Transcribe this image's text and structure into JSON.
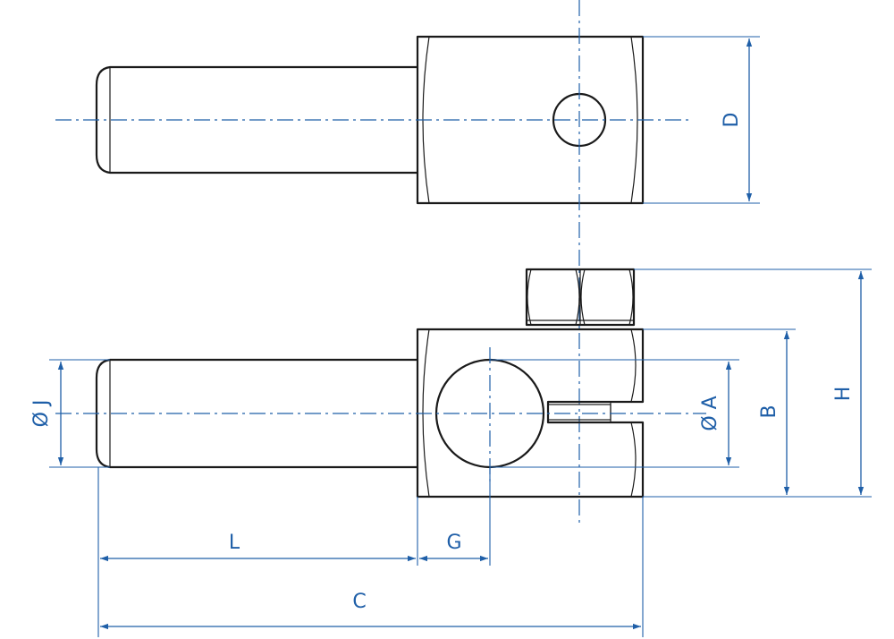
{
  "colors": {
    "dimension": "#1f5fa8",
    "outline": "#1a1a1a"
  },
  "labels": {
    "D": "D",
    "H": "H",
    "B": "B",
    "A": "Ø A",
    "J": "Ø J",
    "L": "L",
    "G": "G",
    "C": "C"
  }
}
